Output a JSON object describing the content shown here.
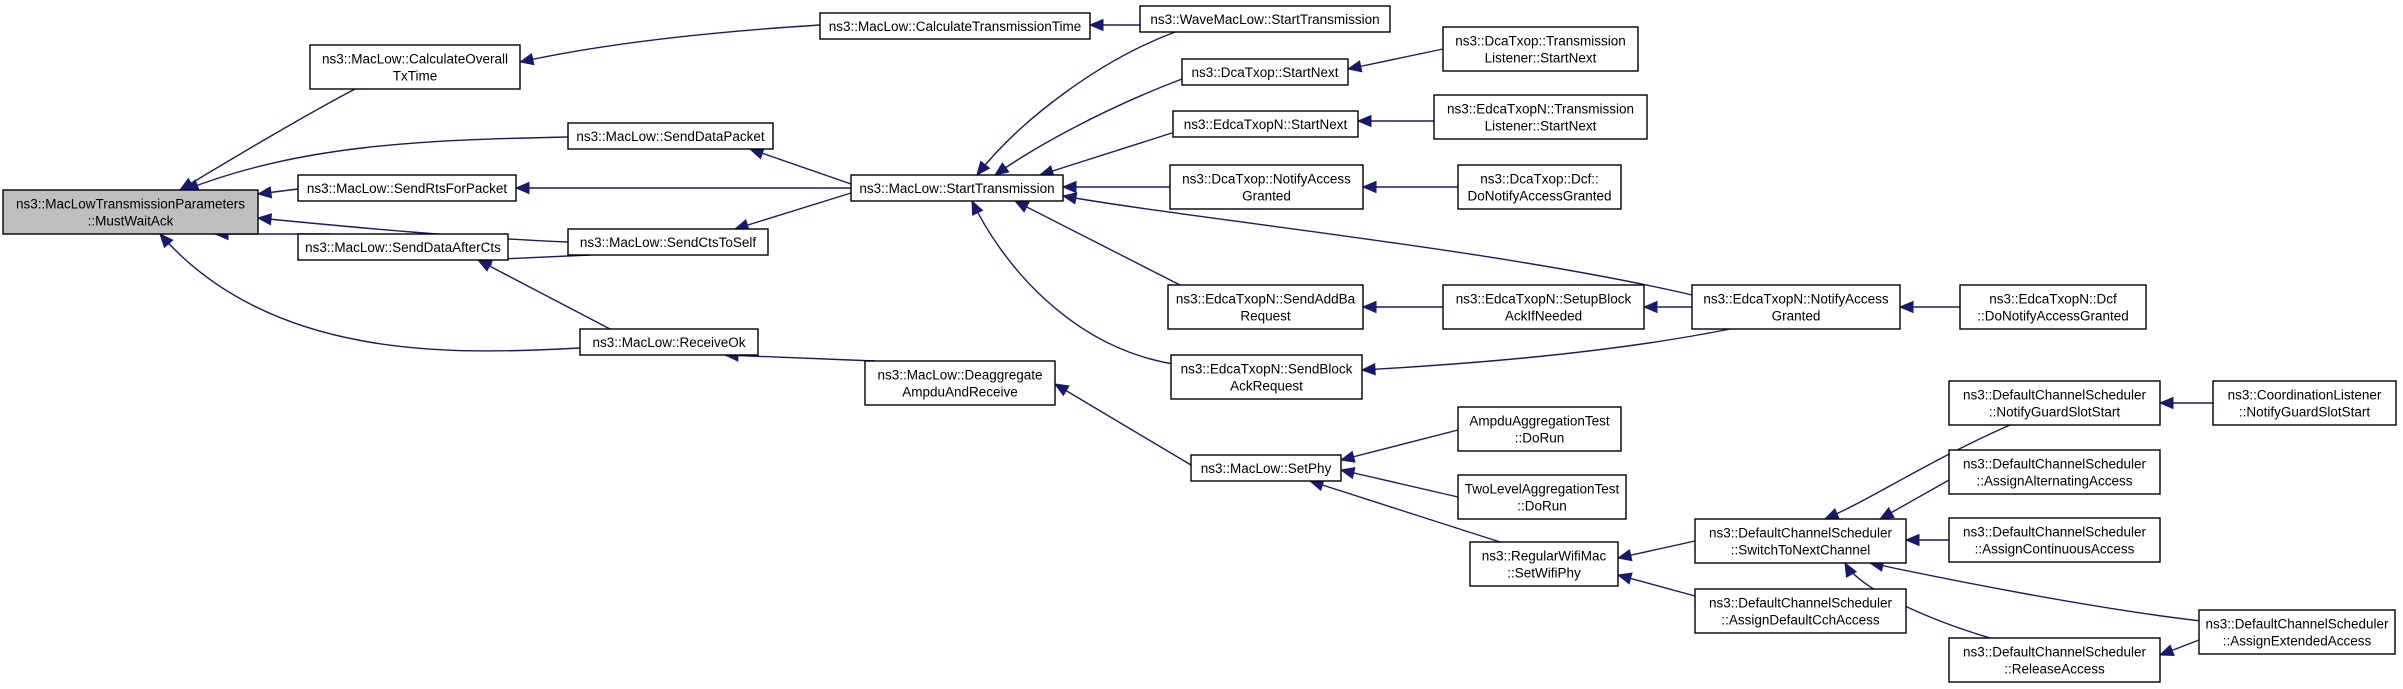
{
  "diagram": {
    "nodes": [
      {
        "id": "root",
        "lines": [
          "ns3::MacLowTransmissionParameters",
          "::MustWaitAck"
        ],
        "root": true
      },
      {
        "id": "calcOverall",
        "lines": [
          "ns3::MacLow::CalculateOverall",
          "TxTime"
        ]
      },
      {
        "id": "sendDataPacket",
        "lines": [
          "ns3::MacLow::SendDataPacket"
        ]
      },
      {
        "id": "sendRts",
        "lines": [
          "ns3::MacLow::SendRtsForPacket"
        ]
      },
      {
        "id": "sendCtsToSelf",
        "lines": [
          "ns3::MacLow::SendCtsToSelf"
        ]
      },
      {
        "id": "sendDataAfterCts",
        "lines": [
          "ns3::MacLow::SendDataAfterCts"
        ]
      },
      {
        "id": "receiveOk",
        "lines": [
          "ns3::MacLow::ReceiveOk"
        ]
      },
      {
        "id": "calcTxTime",
        "lines": [
          "ns3::MacLow::CalculateTransmissionTime"
        ]
      },
      {
        "id": "startTx",
        "lines": [
          "ns3::MacLow::StartTransmission"
        ]
      },
      {
        "id": "deaggregate",
        "lines": [
          "ns3::MacLow::Deaggregate",
          "AmpduAndReceive"
        ]
      },
      {
        "id": "waveStartTx",
        "lines": [
          "ns3::WaveMacLow::StartTransmission"
        ]
      },
      {
        "id": "dcaStartNext",
        "lines": [
          "ns3::DcaTxop::StartNext"
        ]
      },
      {
        "id": "edcaStartNext",
        "lines": [
          "ns3::EdcaTxopN::StartNext"
        ]
      },
      {
        "id": "dcaNotify",
        "lines": [
          "ns3::DcaTxop::NotifyAccess",
          "Granted"
        ]
      },
      {
        "id": "edcaSendAddBa",
        "lines": [
          "ns3::EdcaTxopN::SendAddBa",
          "Request"
        ]
      },
      {
        "id": "edcaSendBlockAck",
        "lines": [
          "ns3::EdcaTxopN::SendBlock",
          "AckRequest"
        ]
      },
      {
        "id": "setPhy",
        "lines": [
          "ns3::MacLow::SetPhy"
        ]
      },
      {
        "id": "dcaTxListener",
        "lines": [
          "ns3::DcaTxop::Transmission",
          "Listener::StartNext"
        ]
      },
      {
        "id": "edcaTxListener",
        "lines": [
          "ns3::EdcaTxopN::Transmission",
          "Listener::StartNext"
        ]
      },
      {
        "id": "dcaDcf",
        "lines": [
          "ns3::DcaTxop::Dcf::",
          "DoNotifyAccessGranted"
        ]
      },
      {
        "id": "edcaSetupBlockAck",
        "lines": [
          "ns3::EdcaTxopN::SetupBlock",
          "AckIfNeeded"
        ]
      },
      {
        "id": "edcaNotify",
        "lines": [
          "ns3::EdcaTxopN::NotifyAccess",
          "Granted"
        ]
      },
      {
        "id": "edcaDcf",
        "lines": [
          "ns3::EdcaTxopN::Dcf",
          "::DoNotifyAccessGranted"
        ]
      },
      {
        "id": "ampduTest",
        "lines": [
          "AmpduAggregationTest",
          "::DoRun"
        ]
      },
      {
        "id": "twoLevelTest",
        "lines": [
          "TwoLevelAggregationTest",
          "::DoRun"
        ]
      },
      {
        "id": "regularSetWifiPhy",
        "lines": [
          "ns3::RegularWifiMac",
          "::SetWifiPhy"
        ]
      },
      {
        "id": "switchNext",
        "lines": [
          "ns3::DefaultChannelScheduler",
          "::SwitchToNextChannel"
        ]
      },
      {
        "id": "assignDefaultCch",
        "lines": [
          "ns3::DefaultChannelScheduler",
          "::AssignDefaultCchAccess"
        ]
      },
      {
        "id": "notifyGuard",
        "lines": [
          "ns3::DefaultChannelScheduler",
          "::NotifyGuardSlotStart"
        ]
      },
      {
        "id": "assignAlternating",
        "lines": [
          "ns3::DefaultChannelScheduler",
          "::AssignAlternatingAccess"
        ]
      },
      {
        "id": "assignContinuous",
        "lines": [
          "ns3::DefaultChannelScheduler",
          "::AssignContinuousAccess"
        ]
      },
      {
        "id": "releaseAccess",
        "lines": [
          "ns3::DefaultChannelScheduler",
          "::ReleaseAccess"
        ]
      },
      {
        "id": "coordListener",
        "lines": [
          "ns3::CoordinationListener",
          "::NotifyGuardSlotStart"
        ]
      },
      {
        "id": "assignExtended",
        "lines": [
          "ns3::DefaultChannelScheduler",
          "::AssignExtendedAccess"
        ]
      }
    ],
    "edges": [
      {
        "from": "calcOverall",
        "to": "root"
      },
      {
        "from": "sendDataPacket",
        "to": "root"
      },
      {
        "from": "sendRts",
        "to": "root"
      },
      {
        "from": "sendCtsToSelf",
        "to": "root"
      },
      {
        "from": "sendDataAfterCts",
        "to": "root"
      },
      {
        "from": "receiveOk",
        "to": "root"
      },
      {
        "from": "calcTxTime",
        "to": "calcOverall"
      },
      {
        "from": "startTx",
        "to": "sendDataPacket"
      },
      {
        "from": "startTx",
        "to": "sendRts"
      },
      {
        "from": "startTx",
        "to": "sendCtsToSelf"
      },
      {
        "from": "sendCtsToSelf",
        "to": "sendDataAfterCts"
      },
      {
        "from": "receiveOk",
        "to": "sendDataAfterCts"
      },
      {
        "from": "deaggregate",
        "to": "receiveOk"
      },
      {
        "from": "waveStartTx",
        "to": "calcTxTime"
      },
      {
        "from": "waveStartTx",
        "to": "startTx"
      },
      {
        "from": "dcaStartNext",
        "to": "startTx"
      },
      {
        "from": "edcaStartNext",
        "to": "startTx"
      },
      {
        "from": "dcaNotify",
        "to": "startTx"
      },
      {
        "from": "edcaNotify",
        "to": "startTx"
      },
      {
        "from": "edcaSendAddBa",
        "to": "startTx"
      },
      {
        "from": "edcaSendBlockAck",
        "to": "startTx"
      },
      {
        "from": "setPhy",
        "to": "deaggregate"
      },
      {
        "from": "dcaTxListener",
        "to": "dcaStartNext"
      },
      {
        "from": "edcaTxListener",
        "to": "edcaStartNext"
      },
      {
        "from": "dcaDcf",
        "to": "dcaNotify"
      },
      {
        "from": "edcaSetupBlockAck",
        "to": "edcaSendAddBa"
      },
      {
        "from": "edcaNotify",
        "to": "edcaSendBlockAck"
      },
      {
        "from": "edcaNotify",
        "to": "edcaSetupBlockAck"
      },
      {
        "from": "edcaDcf",
        "to": "edcaNotify"
      },
      {
        "from": "ampduTest",
        "to": "setPhy"
      },
      {
        "from": "twoLevelTest",
        "to": "setPhy"
      },
      {
        "from": "regularSetWifiPhy",
        "to": "setPhy"
      },
      {
        "from": "switchNext",
        "to": "regularSetWifiPhy"
      },
      {
        "from": "assignDefaultCch",
        "to": "regularSetWifiPhy"
      },
      {
        "from": "notifyGuard",
        "to": "switchNext"
      },
      {
        "from": "assignAlternating",
        "to": "switchNext"
      },
      {
        "from": "assignContinuous",
        "to": "switchNext"
      },
      {
        "from": "assignExtended",
        "to": "switchNext"
      },
      {
        "from": "releaseAccess",
        "to": "switchNext"
      },
      {
        "from": "coordListener",
        "to": "notifyGuard"
      },
      {
        "from": "assignExtended",
        "to": "releaseAccess"
      }
    ]
  }
}
